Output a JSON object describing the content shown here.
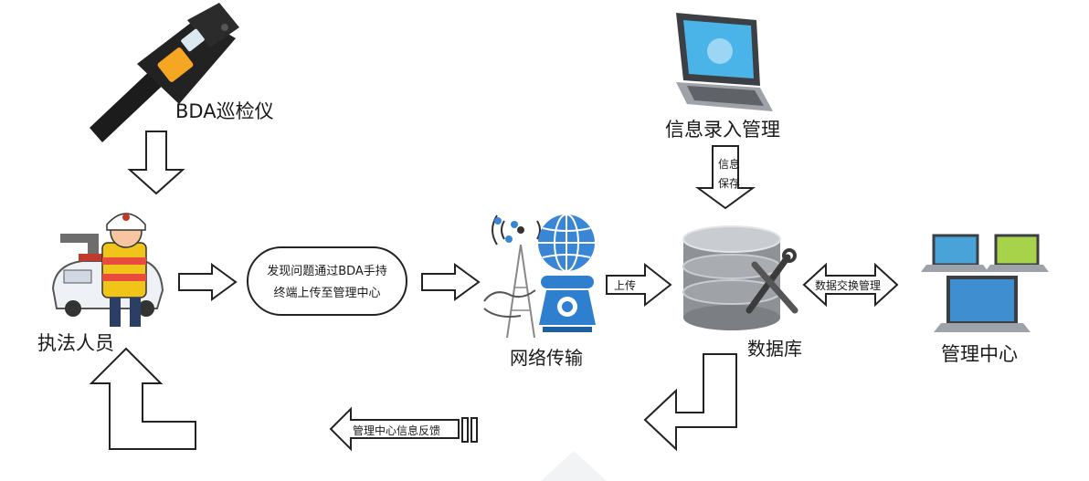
{
  "nodes": {
    "device": "BDA巡检仪",
    "officer": "执法人员",
    "network": "网络传输",
    "entry": "信息录入管理",
    "database": "数据库",
    "center": "管理中心"
  },
  "flow": {
    "report_line1": "发现问题通过BDA手持",
    "report_line2": "终端上传至管理中心",
    "upload": "上传",
    "save_line1": "信息",
    "save_line2": "保存",
    "exchange": "数据交换管理",
    "feedback": "管理中心信息反馈"
  },
  "colors": {
    "arrow_stroke": "#222222",
    "globe": "#3a86d6",
    "phone": "#2f7fcf",
    "device_orange": "#f5a623",
    "db_gray": "#8e9297"
  }
}
